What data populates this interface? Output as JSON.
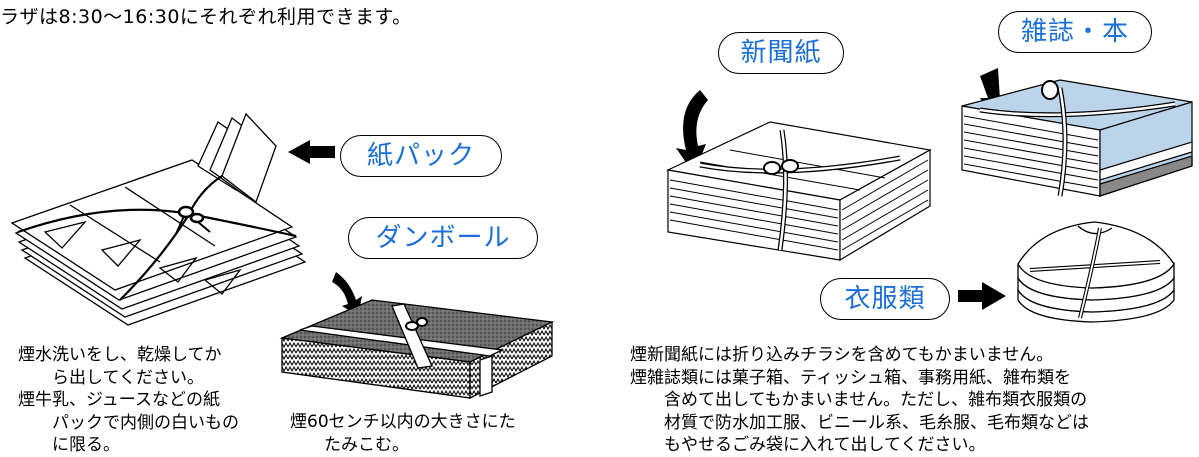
{
  "header": {
    "text": "ラザは8:30～16:30にそれぞれ利用できます。"
  },
  "labels": {
    "paper_pack": "紙パック",
    "cardboard": "ダンボール",
    "newspaper": "新聞紙",
    "magazines": "雑誌・本",
    "clothing": "衣服類"
  },
  "notes": {
    "paper_pack": [
      "煙水洗いをし、乾燥してか",
      "ら出してください。",
      "煙牛乳、ジュースなどの紙",
      "パックで内側の白いもの",
      "に限る。"
    ],
    "cardboard": [
      "煙60センチ以内の大きさにた",
      "たみこむ。"
    ],
    "newspaper_magazines": [
      "煙新聞紙には折り込みチラシを含めてもかまいません。",
      "煙雑誌類には菓子箱、ティッシュ箱、事務用紙、雑布類を",
      "含めて出してもかまいません。ただし、雑布類衣服類の",
      "材質で防水加工服、ビニール系、毛糸服、毛布類などは",
      "もやせるごみ袋に入れて出してください。"
    ]
  },
  "colors": {
    "label_text": "#1a6fd9",
    "magazine_blue": "#bcd4ea",
    "cardboard_gray": "#6f6f6f"
  }
}
